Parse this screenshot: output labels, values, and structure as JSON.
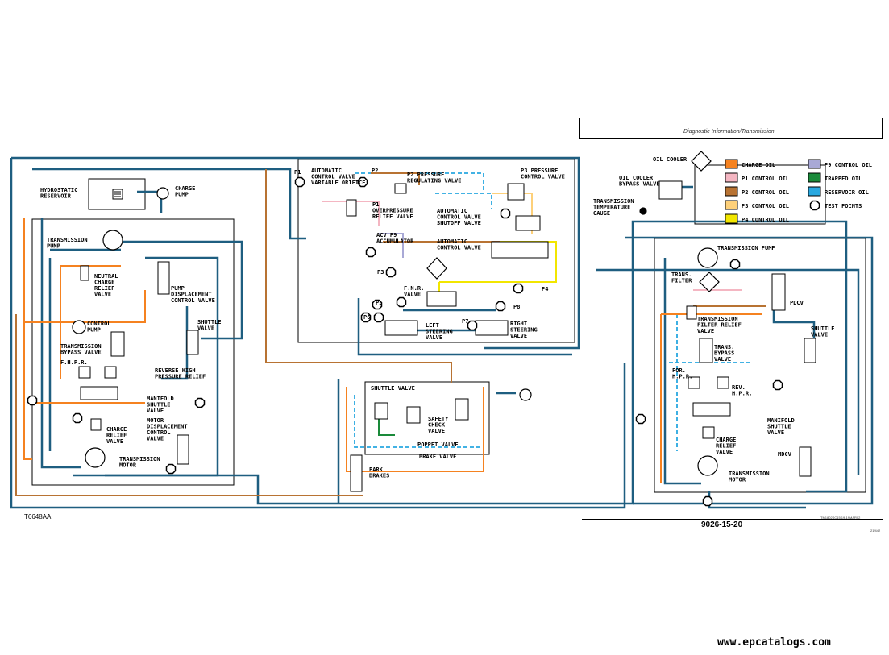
{
  "header": {
    "section": "Diagnostic Information/Transmission"
  },
  "figure_id": "T6648AAI",
  "page_number": "9026-15-20",
  "ref_code": "TM1802SC15   19-19MAR02",
  "ref_code_2": "21/442",
  "website": "www.epcatalogs.com",
  "colors": {
    "charge_oil": "#F58220",
    "p1_control_oil": "#F4B6C2",
    "p2_control_oil": "#B87333",
    "p3_control_oil": "#FDD07A",
    "p4_control_oil": "#F2E600",
    "p9_control_oil": "#A9A9D6",
    "trapped_oil": "#1A8A3A",
    "reservoir_oil": "#28A8E0",
    "pressure_line": "#1E5E80"
  },
  "legend": [
    {
      "label": "CHARGE OIL",
      "color": "#F58220"
    },
    {
      "label": "P1 CONTROL OIL",
      "color": "#F4B6C2"
    },
    {
      "label": "P2 CONTROL OIL",
      "color": "#B87333"
    },
    {
      "label": "P3 CONTROL OIL",
      "color": "#FDD07A"
    },
    {
      "label": "P4 CONTROL OIL",
      "color": "#F2E600"
    },
    {
      "label": "P9 CONTROL OIL",
      "color": "#A9A9D6"
    },
    {
      "label": "TRAPPED OIL",
      "color": "#1A8A3A"
    },
    {
      "label": "RESERVOIR OIL",
      "color": "#28A8E0"
    },
    {
      "label": "TEST POINTS",
      "icon": "test-point-icon"
    }
  ],
  "labels": {
    "hydro_res": [
      "HYDROSTATIC",
      "RESERVOIR"
    ],
    "charge_pump": [
      "CHARGE",
      "PUMP"
    ],
    "trans_pump_l": [
      "TRANSMISSION",
      "PUMP"
    ],
    "neutral_relief": [
      "NEUTRAL",
      "CHARGE",
      "RELIEF",
      "VALVE"
    ],
    "pump_disp": [
      "PUMP",
      "DISPLACEMENT",
      "CONTROL VALVE"
    ],
    "control_pump": [
      "CONTROL",
      "PUMP"
    ],
    "trans_bypass_l": [
      "TRANSMISSION",
      "BYPASS VALVE"
    ],
    "shuttle_l": [
      "SHUTTLE",
      "VALVE"
    ],
    "fhpr": "F.H.P.R.",
    "rev_hpr_l": [
      "REVERSE HIGH",
      "PRESSURE RELIEF"
    ],
    "manifold_l": [
      "MANIFOLD",
      "SHUTTLE",
      "VALVE"
    ],
    "charge_relief_l": [
      "CHARGE",
      "RELIEF",
      "VALVE"
    ],
    "motor_disp": [
      "MOTOR",
      "DISPLACEMENT",
      "CONTROL",
      "VALVE"
    ],
    "trans_motor_l": [
      "TRANSMISSION",
      "MOTOR"
    ],
    "p1": "P1",
    "acv_orifice": [
      "AUTOMATIC",
      "CONTROL VALVE",
      "VARIABLE ORIFICE"
    ],
    "p2": "P2",
    "p2_reg": [
      "P2 PRESSURE",
      "REGULATING VALVE"
    ],
    "p3_ctrl": [
      "P3 PRESSURE",
      "CONTROL VALVE"
    ],
    "p1_over": [
      "P1",
      "OVERPRESSURE",
      "RELIEF VALVE"
    ],
    "acv_shutoff": [
      "AUTOMATIC",
      "CONTROL VALVE",
      "SHUTOFF VALVE"
    ],
    "acv_accum": [
      "ACV P9",
      "ACCUMULATOR"
    ],
    "acv": [
      "AUTOMATIC",
      "CONTROL VALVE"
    ],
    "p3": "P3",
    "p4": "P4",
    "fnr": [
      "F.N.R.",
      "VALVE"
    ],
    "p5": "P5",
    "p6": "P6",
    "p7": "P7",
    "p8": "P8",
    "left_steer": [
      "LEFT",
      "STEERING",
      "VALVE"
    ],
    "right_steer": [
      "RIGHT",
      "STEERING",
      "VALVE"
    ],
    "shuttle_c": "SHUTTLE VALVE",
    "safety_check": [
      "SAFETY",
      "CHECK",
      "VALVE"
    ],
    "poppet": "POPPET VALVE",
    "brake": "BRAKE VALVE",
    "park_brakes": [
      "PARK",
      "BRAKES"
    ],
    "oil_cooler": "OIL COOLER",
    "oil_cooler_bypass": [
      "OIL COOLER",
      "BYPASS VALVE"
    ],
    "temp_gauge": [
      "TRANSMISSION",
      "TEMPERATURE",
      "GAUGE"
    ],
    "trans_pump_r": "TRANSMISSION PUMP",
    "trans_filter": [
      "TRANS.",
      "FILTER"
    ],
    "pdcv": "PDCV",
    "trans_filter_relief": [
      "TRANSMISSION",
      "FILTER RELIEF",
      "VALVE"
    ],
    "shuttle_r": [
      "SHUTTLE",
      "VALVE"
    ],
    "trans_bypass_r": [
      "TRANS.",
      "BYPASS",
      "VALVE"
    ],
    "for_hpr": [
      "FOR.",
      "H.P.R."
    ],
    "rev_hpr_r": [
      "REV.",
      "H.P.R."
    ],
    "manifold_r": [
      "MANIFOLD",
      "SHUTTLE",
      "VALVE"
    ],
    "charge_relief_r": [
      "CHARGE",
      "RELIEF",
      "VALVE"
    ],
    "mdcv": "MDCV",
    "trans_motor_r": [
      "TRANSMISSION",
      "MOTOR"
    ]
  }
}
